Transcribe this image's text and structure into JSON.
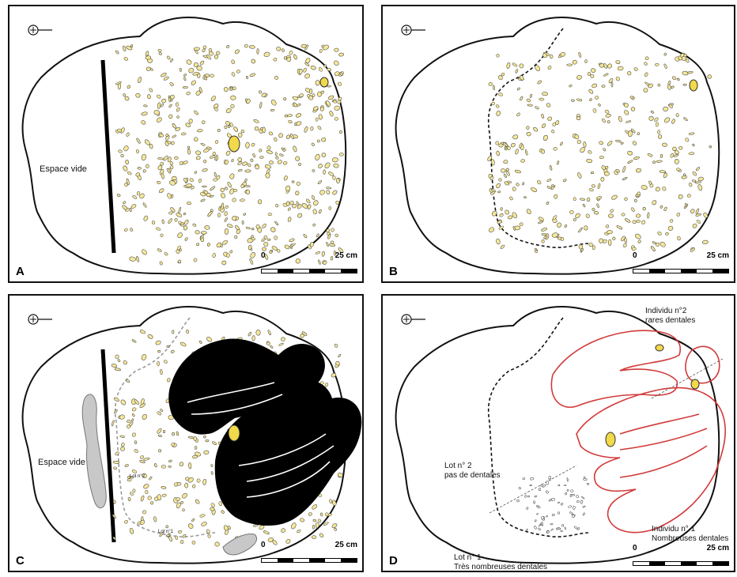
{
  "panels": {
    "a": {
      "label": "A",
      "empty_space": "Espace vide"
    },
    "b": {
      "label": "B"
    },
    "c": {
      "label": "C",
      "empty_space": "Espace vide",
      "lot2_small": "Lot n°2",
      "lot1_small": "Lot n°1"
    },
    "d": {
      "label": "D",
      "individu2_line1": "Individu n°2",
      "individu2_line2": "rares dentales",
      "lot2_line1": "Lot n° 2",
      "lot2_line2": "pas de dentales",
      "individu1_line1": "Individu n° 1",
      "individu1_line2": "Nombreuses dentales",
      "lot1_line1": "Lot n° 1",
      "lot1_line2": "Très nombreuses dentales"
    }
  },
  "scale_bar": {
    "start": "0",
    "end": "25 cm"
  },
  "colors": {
    "bone_fill": "#f5e79a",
    "tooth_fill": "#f2d94a",
    "skeleton_outline": "#d23a3a",
    "stone_fill": "#c8c8c8",
    "body_fill": "#000000"
  },
  "icons": {
    "north_arrow": "north-arrow-icon"
  }
}
